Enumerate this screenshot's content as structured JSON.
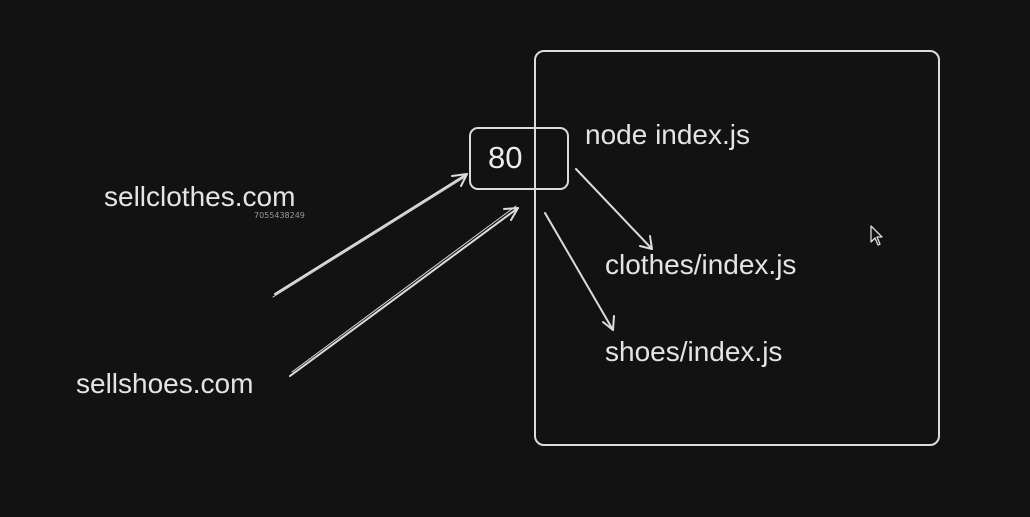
{
  "diagram": {
    "port": "80",
    "domains": {
      "clothes": "sellclothes.com",
      "shoes": "sellshoes.com"
    },
    "server": {
      "command": "node index.js",
      "routes": {
        "clothes": "clothes/index.js",
        "shoes": "shoes/index.js"
      }
    },
    "watermark": "7055438249"
  },
  "colors": {
    "background": "#121212",
    "stroke": "#dcdcdc",
    "text": "#e4e4e4"
  },
  "icons": {
    "cursor": "mouse-pointer-icon"
  }
}
